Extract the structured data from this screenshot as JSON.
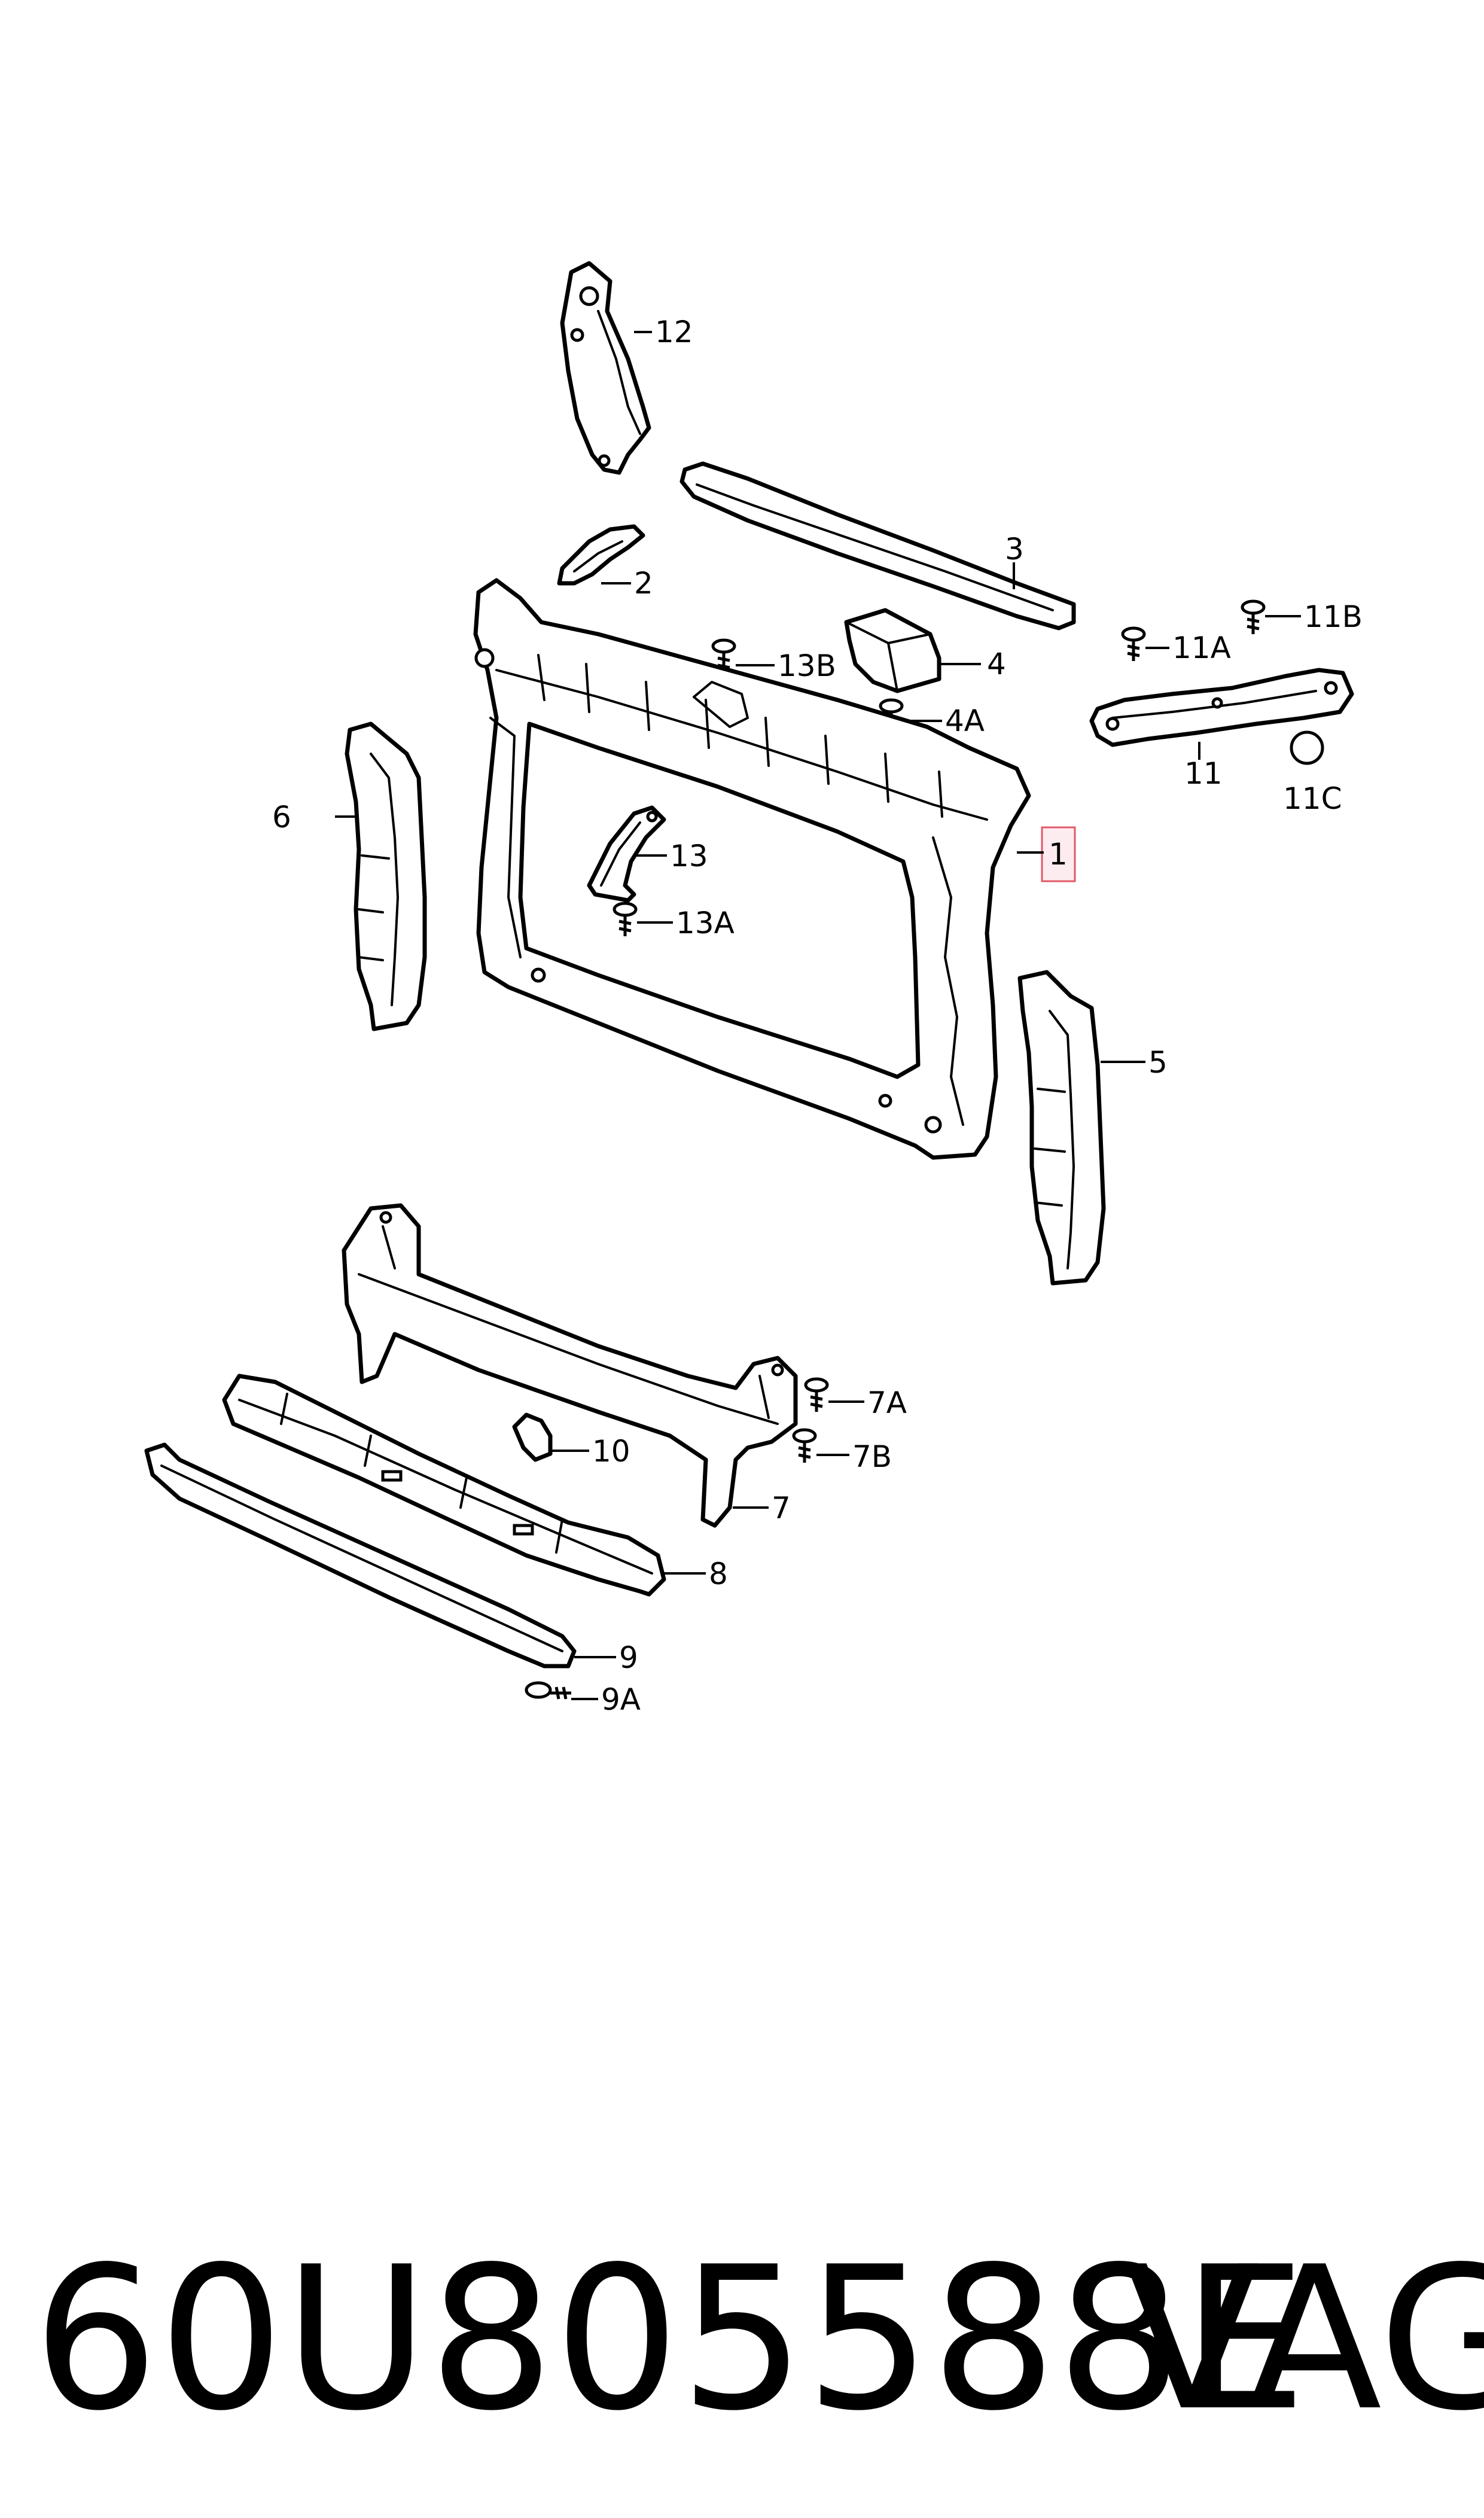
{
  "callouts": {
    "c1": "1",
    "c2": "2",
    "c3": "3",
    "c4": "4",
    "c4a": "4A",
    "c5": "5",
    "c6": "6",
    "c7": "7",
    "c7a": "7A",
    "c7b": "7B",
    "c8": "8",
    "c9": "9",
    "c9a": "9A",
    "c10": "10",
    "c11": "11",
    "c11a": "11A",
    "c11b": "11B",
    "c11c": "11C",
    "c12": "12",
    "c13": "13",
    "c13a": "13A",
    "c13b": "13B"
  },
  "footer": {
    "part_number": "60U805588E",
    "brand": "VAG"
  },
  "colors": {
    "line": "#000000",
    "background": "#ffffff",
    "highlight_fill": "#fdecef",
    "highlight_stroke": "#e05a6a"
  }
}
